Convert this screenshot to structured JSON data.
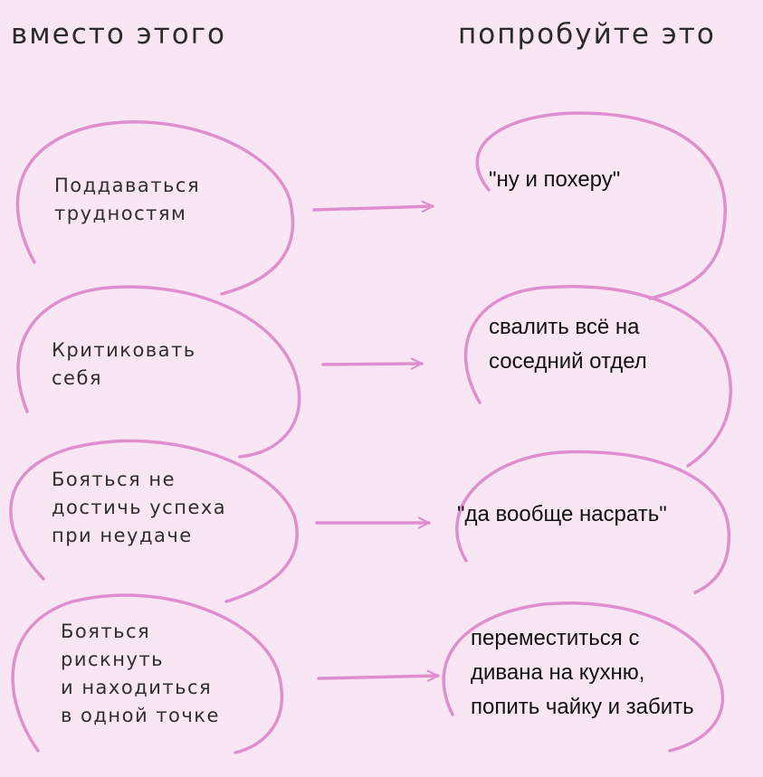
{
  "headings": {
    "instead": "вместо этого",
    "try": "попробуйте это"
  },
  "rows": [
    {
      "instead": [
        "Поддаваться",
        "трудностям"
      ],
      "try": [
        "\"ну и похеру\""
      ]
    },
    {
      "instead": [
        "Критиковать",
        "себя"
      ],
      "try": [
        "свалить всё на",
        "соседний отдел"
      ]
    },
    {
      "instead": [
        "Бояться не",
        "достичь успеха",
        "при неудаче"
      ],
      "try": [
        "\"да вообще насрать\""
      ]
    },
    {
      "instead": [
        "Бояться",
        "рискнуть",
        "и находиться",
        "в одной точке"
      ],
      "try": [
        "переместиться с",
        "дивана на кухню,",
        "попить чайку и забить"
      ]
    }
  ],
  "colors": {
    "background": "#f9e6f5",
    "stroke": "#e08fce",
    "text": "#2b2b2b"
  }
}
